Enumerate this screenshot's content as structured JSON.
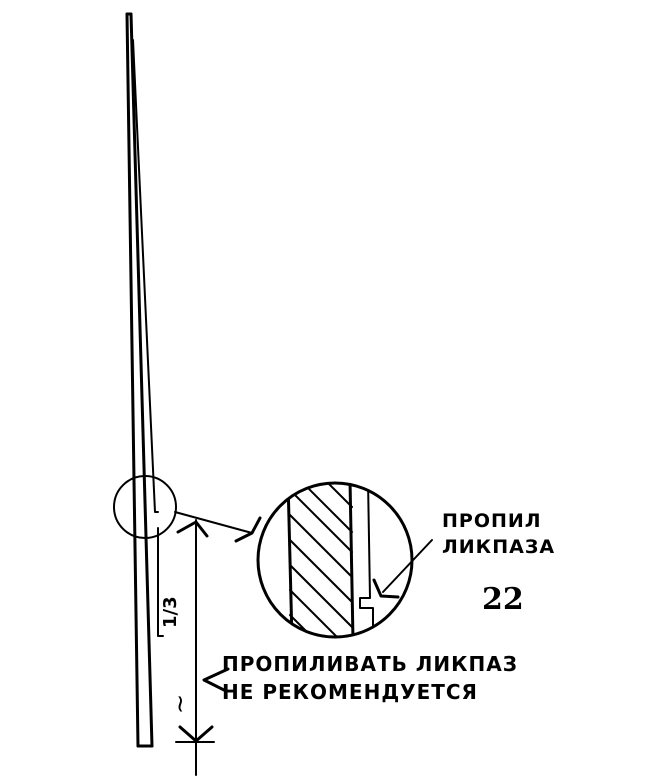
{
  "labels": {
    "detail_note_line1": "ПРОПИЛ",
    "detail_note_line2": "ЛИКПАЗА",
    "figure_number": "22",
    "fraction": "1/3",
    "tilde": "~",
    "warning_line1": "ПРОПИЛИВАТЬ ЛИКПАЗ",
    "warning_line2": "НЕ РЕКОМЕНДУЕТСЯ"
  },
  "colors": {
    "ink": "#000000",
    "background": "#ffffff"
  }
}
